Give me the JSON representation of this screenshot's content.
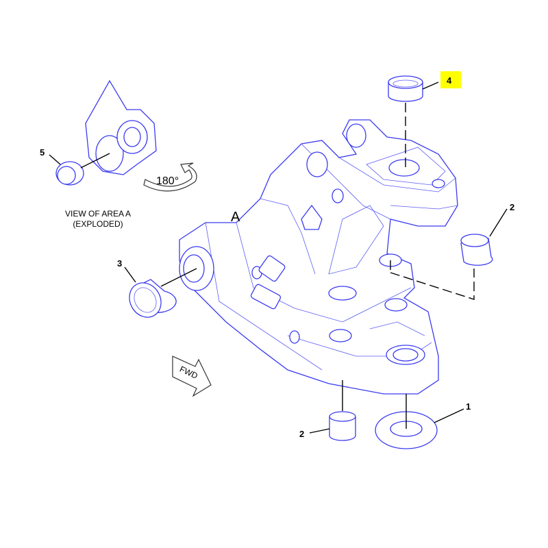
{
  "diagram": {
    "callouts": {
      "item5": "5",
      "item4": "4",
      "item2_right": "2",
      "item3": "3",
      "item2_bottom": "2",
      "item1": "1"
    },
    "area_label": "A",
    "rotation_label": "180°",
    "view_caption_line1": "VIEW OF AREA A",
    "view_caption_line2": "(EXPLODED)",
    "fwd_label": "FWD",
    "highlight_color": "#ffff00",
    "line_color": "#3a3af0"
  }
}
